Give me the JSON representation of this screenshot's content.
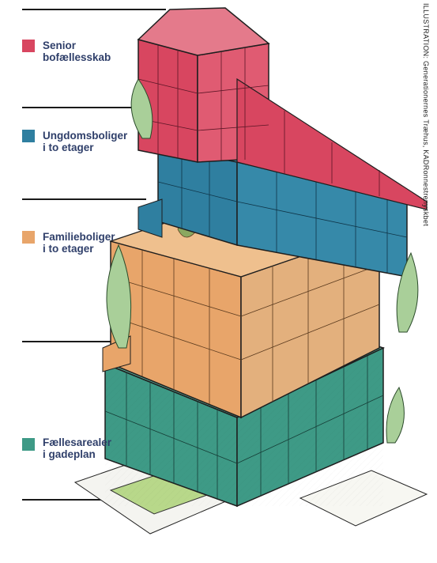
{
  "legend": {
    "senior": {
      "label": "Senior\nbofællesskab",
      "color": "#d84660"
    },
    "youth": {
      "label": "Ungdomsboliger\ni to etager",
      "color": "#2f7fa0"
    },
    "family": {
      "label": "Familieboliger\ni to etager",
      "color": "#e8a56a"
    },
    "common": {
      "label": "Fællesarealer\ni gadeplan",
      "color": "#3e9a86"
    }
  },
  "credit": "ILLUSTRATION: Generationernes Træhus, KADRonnestrenyskbet"
}
